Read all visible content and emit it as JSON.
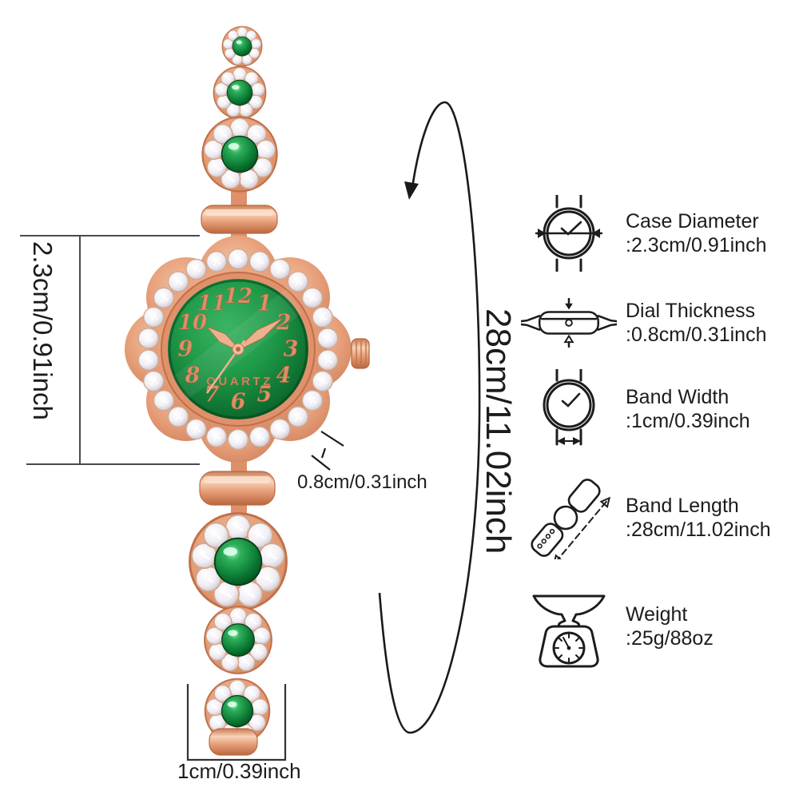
{
  "product": {
    "dial_brand": "QUARTZ",
    "dial_numerals": [
      "12",
      "1",
      "2",
      "3",
      "4",
      "5",
      "6",
      "7",
      "8",
      "9",
      "10",
      "11"
    ],
    "colors": {
      "rose_gold": "#e29b77",
      "rose_gold_deep": "#c4744f",
      "dial_green": "#17913f",
      "gem_green": "#0e8a3c",
      "rhinestone": "#f4f1f6",
      "annotation_ink": "#1c1c1c"
    }
  },
  "annotations": {
    "case_height": "2.3cm/0.91inch",
    "dial_thickness": "0.8cm/0.31inch",
    "band_width": "1cm/0.39inch",
    "band_length": "28cm/11.02inch"
  },
  "specs": [
    {
      "label": "Case Diameter",
      "value": ":2.3cm/0.91inch"
    },
    {
      "label": "Dial Thickness",
      "value": ":0.8cm/0.31inch"
    },
    {
      "label": "Band Width",
      "value": ":1cm/0.39inch"
    },
    {
      "label": "Band Length",
      "value": ":28cm/11.02inch"
    },
    {
      "label": "Weight",
      "value": ":25g/88oz"
    }
  ]
}
